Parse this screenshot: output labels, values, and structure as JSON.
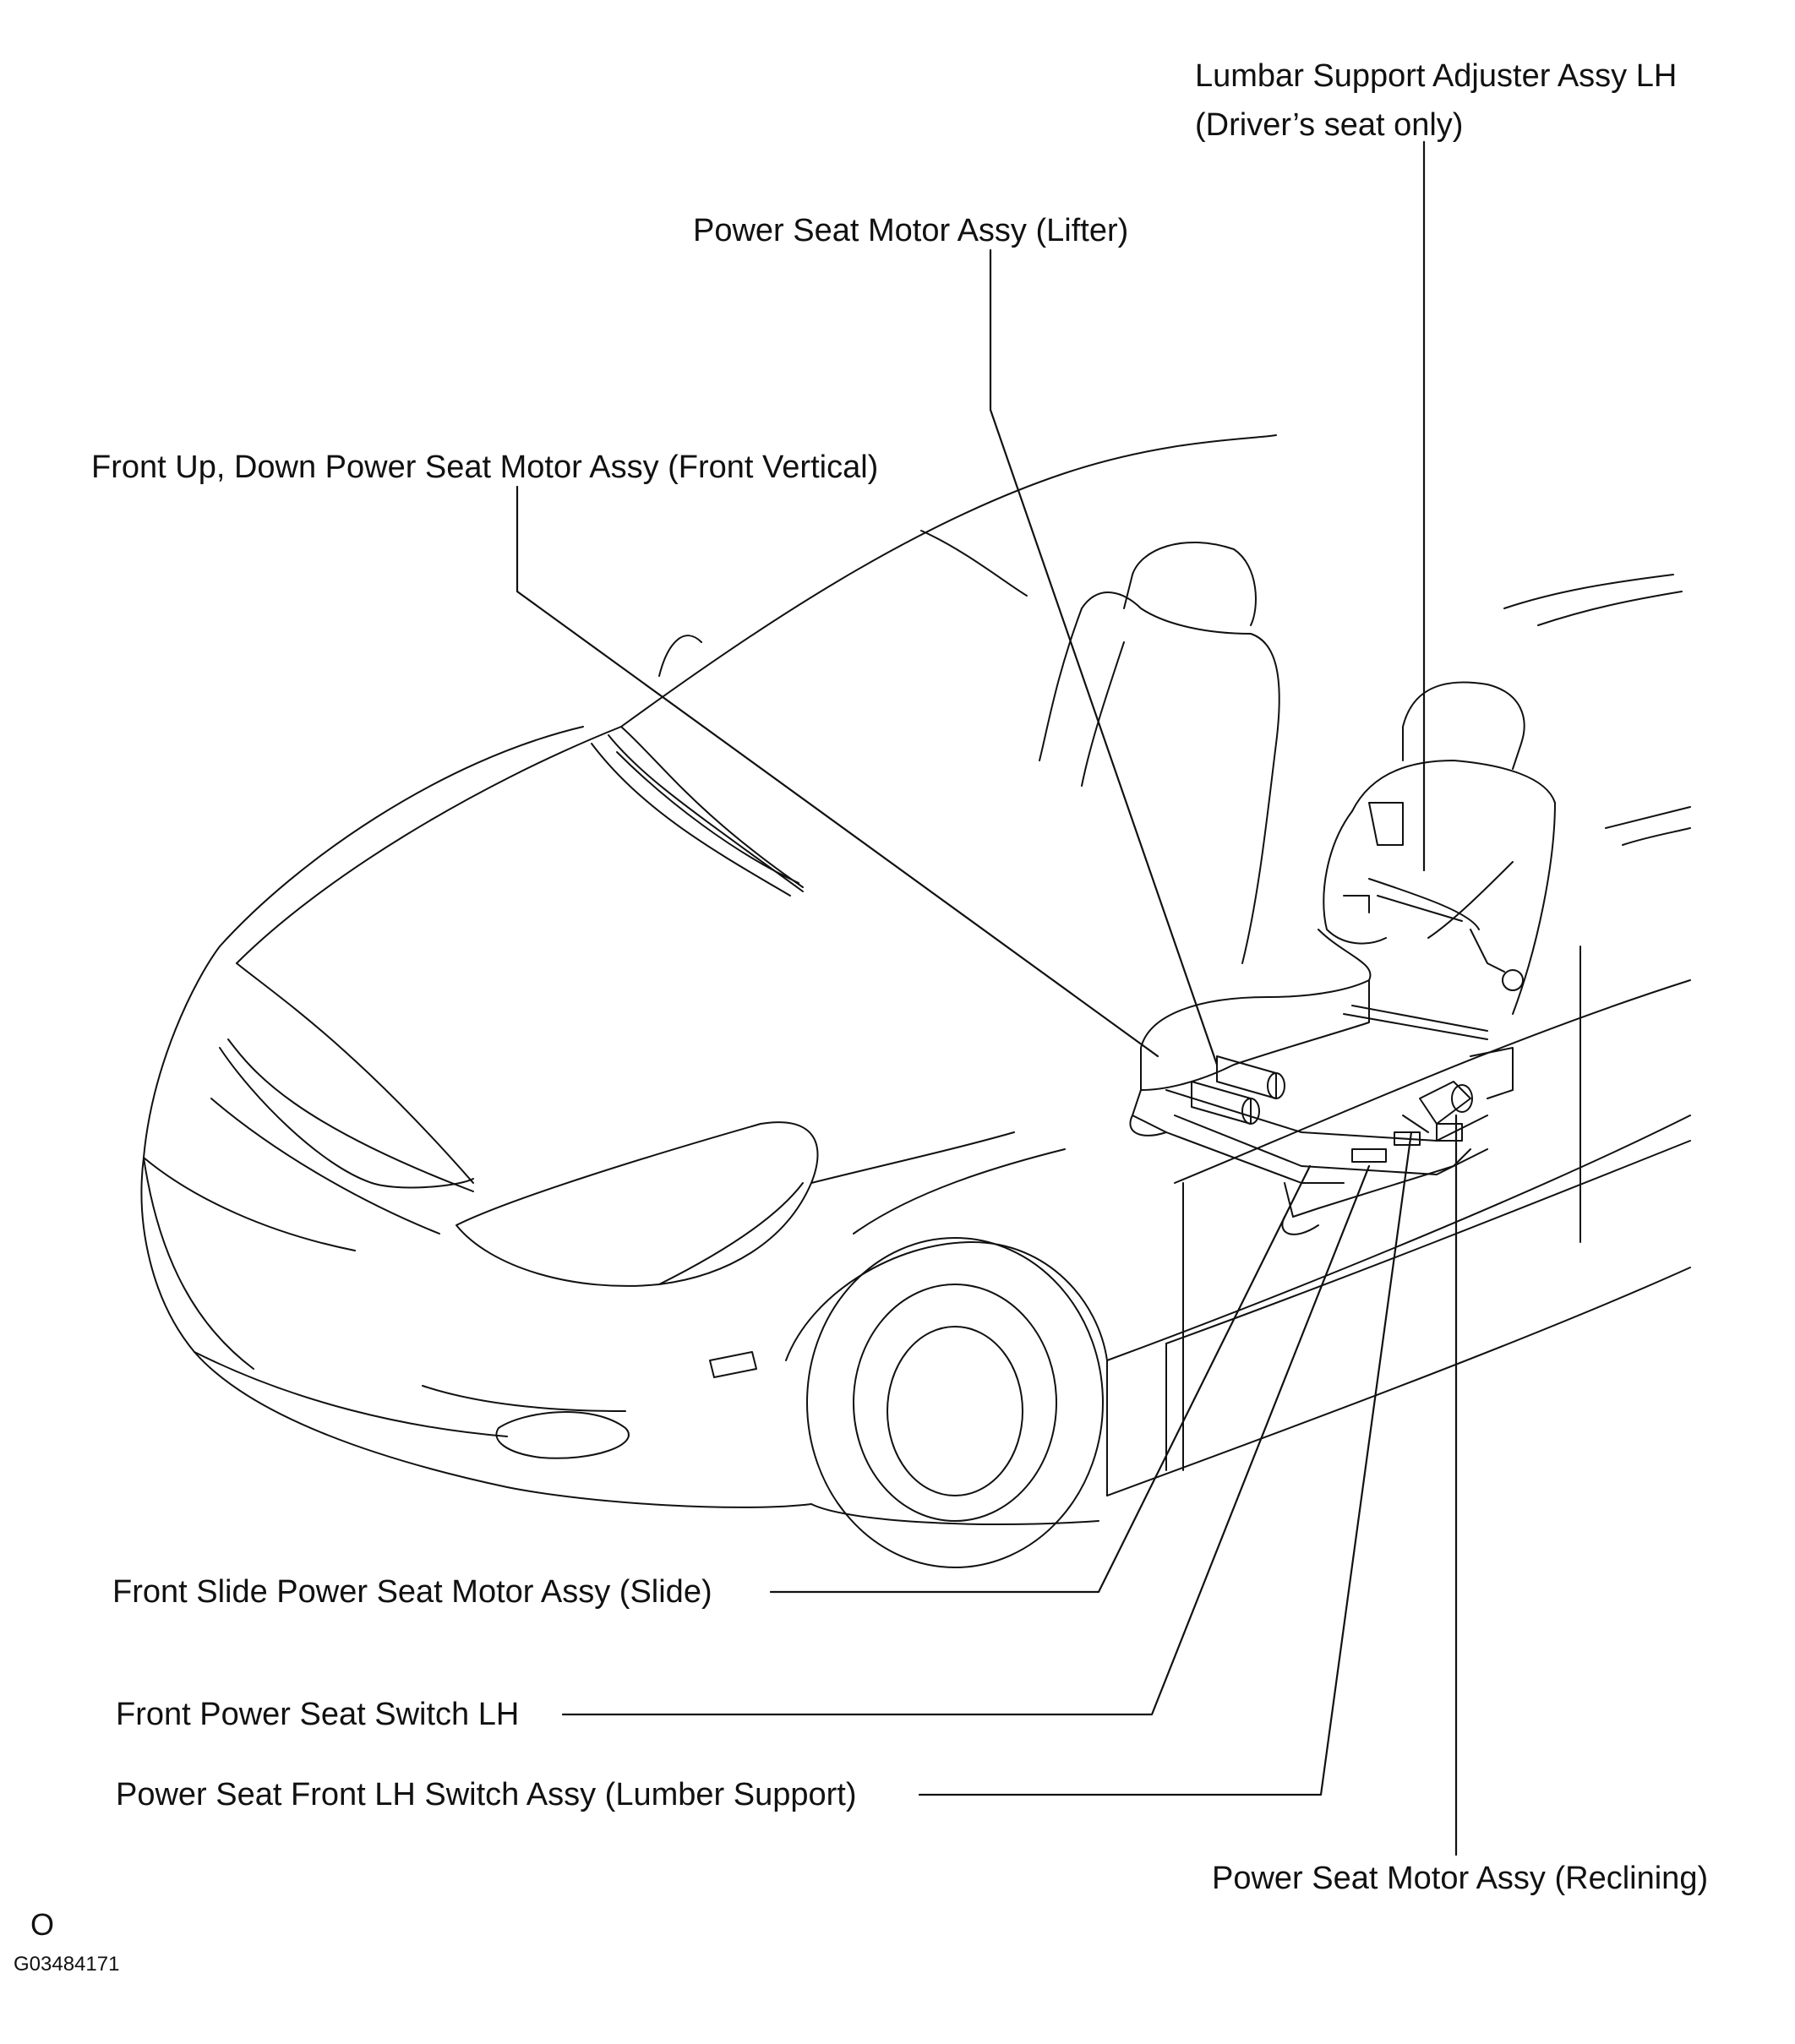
{
  "labels": {
    "lumbar_line1": "Lumbar Support Adjuster Assy LH",
    "lumbar_line2": "(Driver’s seat only)",
    "lifter": "Power Seat Motor Assy (Lifter)",
    "front_vertical": "Front Up, Down Power Seat Motor Assy (Front Vertical)",
    "slide": "Front Slide Power Seat Motor Assy (Slide)",
    "switch_lh": "Front Power Seat Switch LH",
    "lumber_switch": "Power Seat Front LH Switch Assy (Lumber Support)",
    "reclining": "Power Seat Motor Assy (Reclining)"
  },
  "footer": {
    "mark": "O",
    "figure_code": "G03484171"
  }
}
